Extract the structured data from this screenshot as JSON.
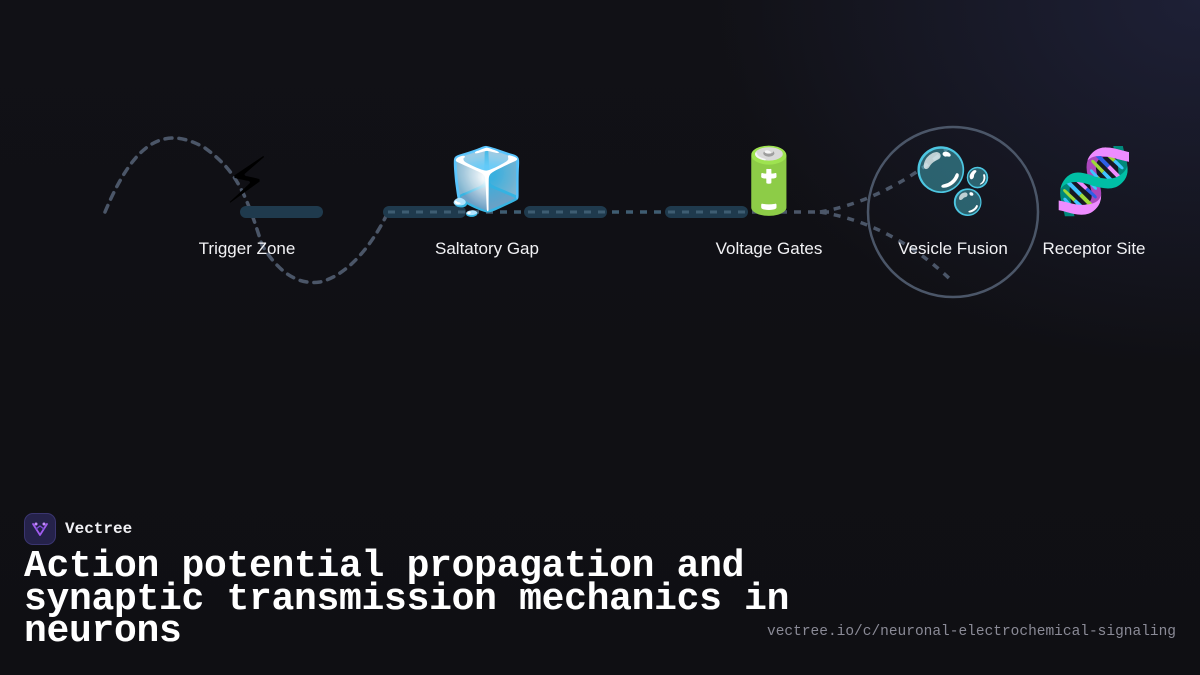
{
  "brand": {
    "name": "Vectree",
    "logo_icon": "vectree-logo-icon",
    "logo_bg": "#25224a",
    "logo_accent": "#a15cf0"
  },
  "title": "Action potential propagation and synaptic transmission mechanics in neurons",
  "url": "vectree.io/c/neuronal-electrochemical-signaling",
  "colors": {
    "background": "#101015",
    "axon_segment": "#1f3a4d",
    "dashed_path": "#4b5668",
    "highlight_ring": "#4b5668",
    "label_text": "#f2f2f5"
  },
  "diagram": {
    "nodes": [
      {
        "label": "Trigger Zone",
        "icon": "⚡",
        "icon_name": "lightning-icon"
      },
      {
        "label": "Saltatory Gap",
        "icon": "🧊",
        "icon_name": "ice-cube-icon"
      },
      {
        "label": "Voltage Gates",
        "icon": "🔋",
        "icon_name": "battery-icon"
      },
      {
        "label": "Vesicle Fusion",
        "icon": "🫧",
        "icon_name": "bubbles-icon",
        "highlighted": true
      },
      {
        "label": "Receptor Site",
        "icon": "🧬",
        "icon_name": "dna-icon"
      }
    ]
  }
}
